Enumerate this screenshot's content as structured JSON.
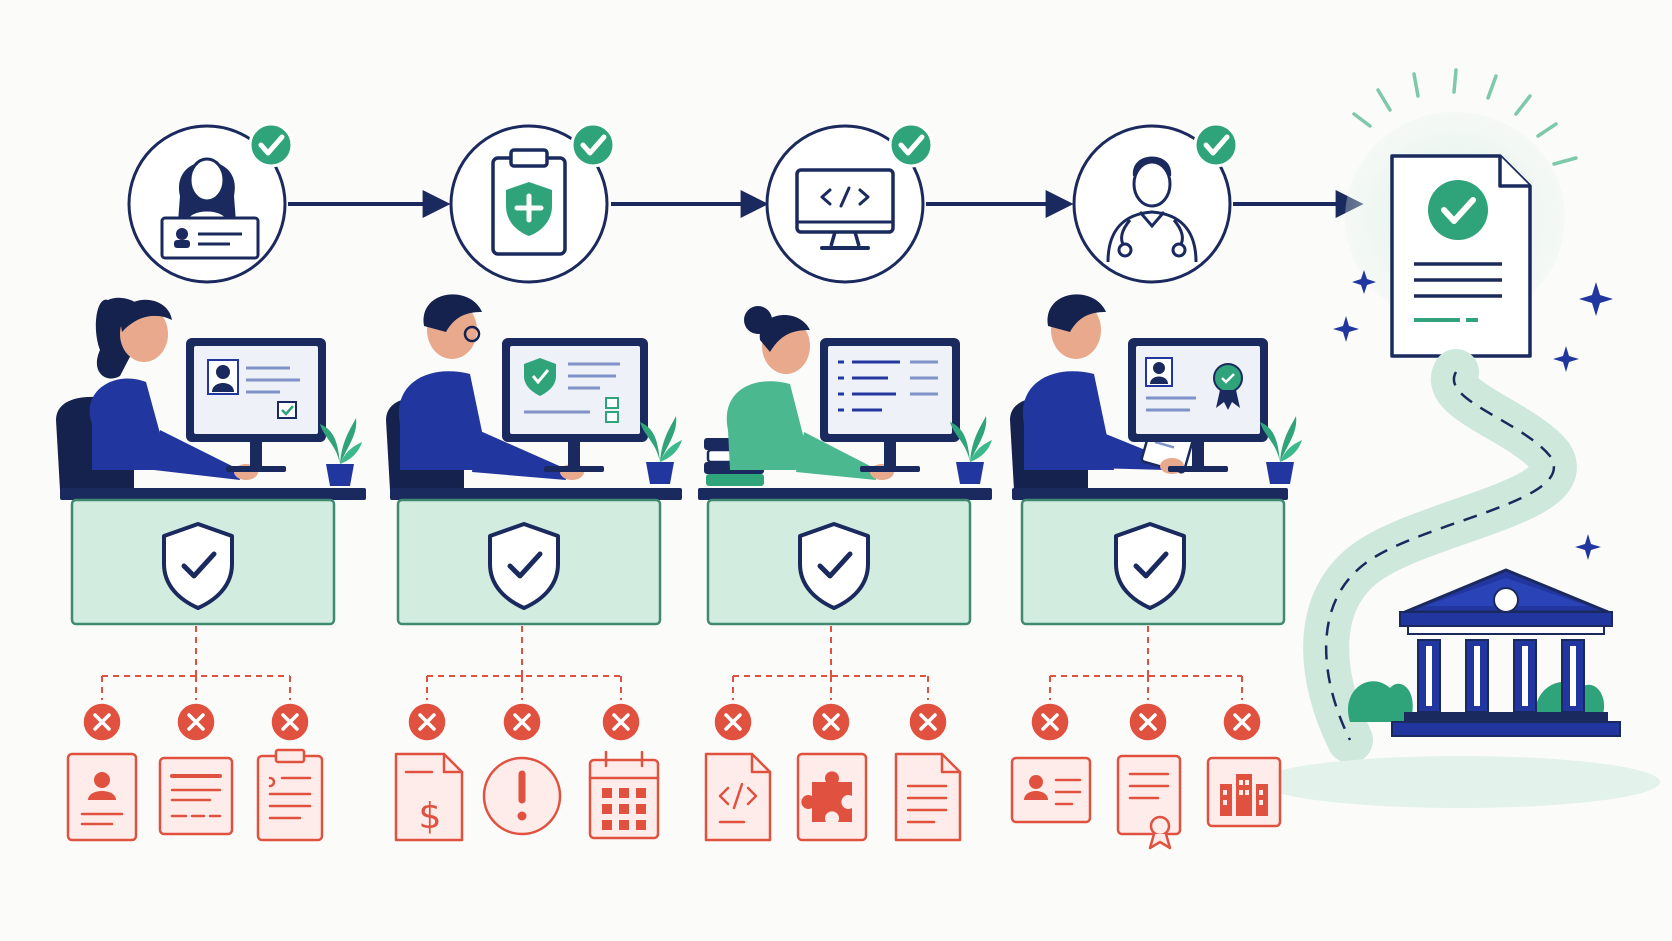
{
  "colors": {
    "navy": "#1b2a5e",
    "blue": "#2236a0",
    "green": "#2fa37a",
    "mint": "#d3ece0",
    "mintBorder": "#3f8a70",
    "red": "#e0523f",
    "redFill": "#fdecea",
    "sage": "#cfe8dc"
  },
  "steps": [
    {
      "id": "identity",
      "icon": "id-card-person-icon",
      "worker": "woman-at-computer",
      "rejected": [
        "id-document-icon",
        "form-document-icon",
        "clipboard-document-icon"
      ]
    },
    {
      "id": "insurance",
      "icon": "clipboard-health-shield-icon",
      "worker": "man-with-glasses-at-computer",
      "rejected": [
        "invoice-dollar-icon",
        "warning-exclamation-icon",
        "calendar-grid-icon"
      ]
    },
    {
      "id": "technical",
      "icon": "monitor-code-icon",
      "worker": "woman-with-bun-at-computer",
      "rejected": [
        "code-document-icon",
        "puzzle-piece-icon",
        "text-document-icon"
      ]
    },
    {
      "id": "medical",
      "icon": "doctor-stethoscope-icon",
      "worker": "man-with-tablet-at-computer",
      "rejected": [
        "id-badge-icon",
        "certificate-ribbon-icon",
        "office-building-icon"
      ]
    }
  ],
  "outcome": {
    "icon": "approved-document-icon",
    "destination": "government-building-icon"
  }
}
